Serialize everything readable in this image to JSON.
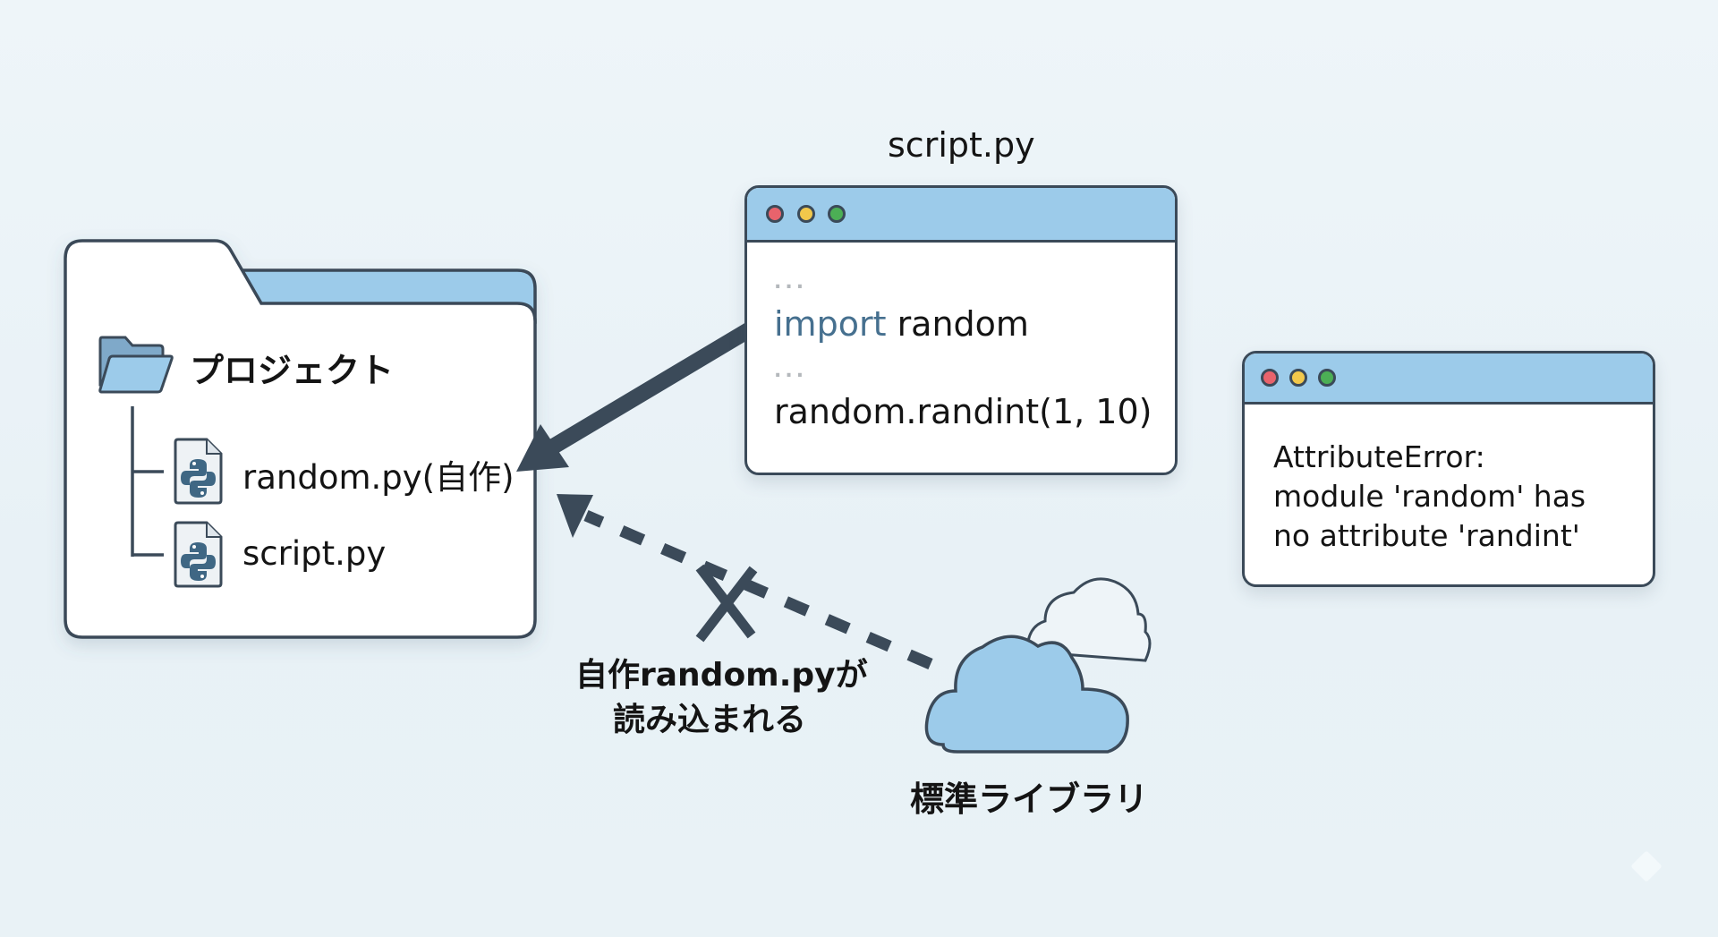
{
  "folder": {
    "title": "プロジェクト",
    "files": [
      {
        "name": "random.py(自作)",
        "icon": "python-file-icon"
      },
      {
        "name": "script.py",
        "icon": "python-file-icon"
      }
    ]
  },
  "script_window": {
    "title": "script.py",
    "ellipsis": "...",
    "import_keyword": "import",
    "import_module": "random",
    "call_line": "random.randint(1, 10)"
  },
  "error_window": {
    "lines": [
      "AttributeError:",
      "module 'random' has",
      "no attribute 'randint'"
    ]
  },
  "annotation": {
    "line1": "自作random.pyが",
    "line2": "読み込まれる"
  },
  "stdlib": {
    "label": "標準ライブラリ",
    "icon": "cloud-icon"
  },
  "colors": {
    "accent_blue": "#9ccbea",
    "outline": "#3b4a59",
    "keyword": "#46708f",
    "traffic_red": "#e8636c",
    "traffic_yellow": "#f2c84b",
    "traffic_green": "#4caf55"
  }
}
